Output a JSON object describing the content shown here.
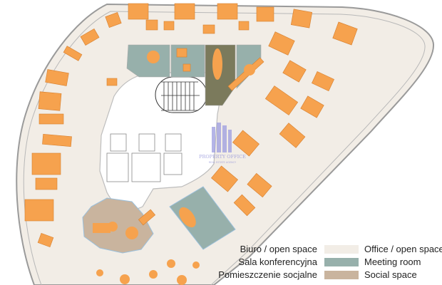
{
  "watermark": {
    "logo_text": "PROPERTY OFFICE",
    "logo_subtext": "REAL ESTATE AGENCY",
    "color": "#8f8fd8"
  },
  "colors": {
    "office": "#f2ede6",
    "meeting": "#97b0ab",
    "meeting_dark": "#7b7a5c",
    "social": "#c9b49e",
    "furniture": "#f6a24e",
    "core": "#ffffff"
  },
  "legend": [
    {
      "label_pl": "Biuro / open space",
      "label_en": "Office / open space",
      "color": "#f2ede6"
    },
    {
      "label_pl": "Sala konferencyjna",
      "label_en": "Meeting room",
      "color": "#97b0ab"
    },
    {
      "label_pl": "Pomieszczenie socjalne",
      "label_en": "Social space",
      "color": "#c9b49e"
    }
  ]
}
